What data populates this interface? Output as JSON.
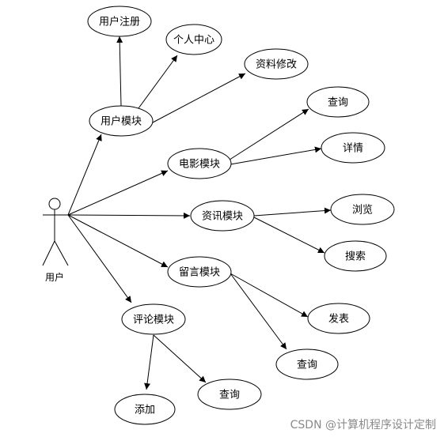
{
  "actor": {
    "label": "用户"
  },
  "nodes": {
    "user_module": "用户模块",
    "register": "用户注册",
    "personal_center": "个人中心",
    "edit_profile": "资料修改",
    "movie_module": "电影模块",
    "movie_query": "查询",
    "movie_detail": "详情",
    "news_module": "资讯模块",
    "news_browse": "浏览",
    "news_search": "搜索",
    "message_module": "留言模块",
    "message_post": "发表",
    "message_query": "查询",
    "comment_module": "评论模块",
    "comment_add": "添加",
    "comment_query": "查询"
  },
  "watermark": "CSDN @计算机程序设计定制"
}
